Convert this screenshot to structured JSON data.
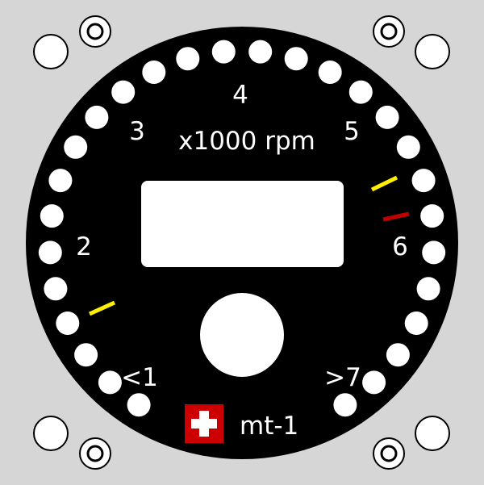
{
  "instrument": {
    "units_label": "x1000 rpm",
    "scale_labels": [
      "<1",
      "2",
      "3",
      "4",
      "5",
      "6",
      ">7"
    ],
    "brand": {
      "name": "mt-1",
      "flag": "swiss-flag-icon"
    },
    "scale": {
      "min_label": "<1",
      "max_label": ">7",
      "led_count": 28
    },
    "markers": [
      {
        "name": "caution-marker-low",
        "color": "#ffee00"
      },
      {
        "name": "caution-marker-high",
        "color": "#ffee00"
      },
      {
        "name": "redline-marker",
        "color": "#c00000"
      }
    ],
    "colors": {
      "panel": "#d6d6d6",
      "face": "#000000",
      "led": "#ffffff",
      "caution": "#ffee00",
      "redline": "#c00000",
      "flag_red": "#cc0000"
    }
  }
}
